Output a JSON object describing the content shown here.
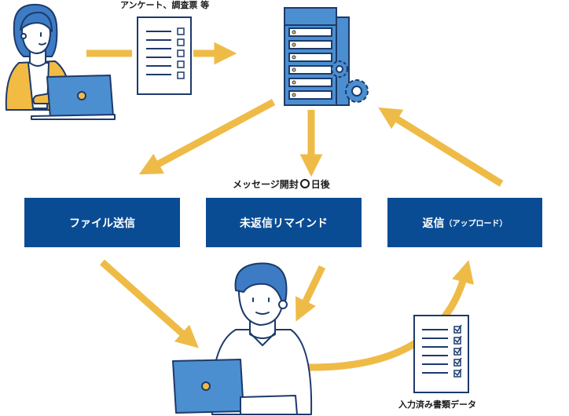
{
  "labels": {
    "survey": "アンケート、調査票 等",
    "reminder_timing": "メッセージ開封",
    "reminder_days": "日後",
    "submitted_data": "入力済み書類データ"
  },
  "boxes": {
    "file_send": "ファイル送信",
    "unreplied_reminder": "未返信リマインド",
    "reply_main": "返信",
    "reply_sub": "（アップロード）"
  },
  "colors": {
    "arrow": "#efbb47",
    "box": "#0a4c94",
    "server": "#4b8fd1",
    "outline": "#1d3a6b",
    "shirt_woman": "#f2bb44",
    "laptop": "#4b8fd1"
  }
}
